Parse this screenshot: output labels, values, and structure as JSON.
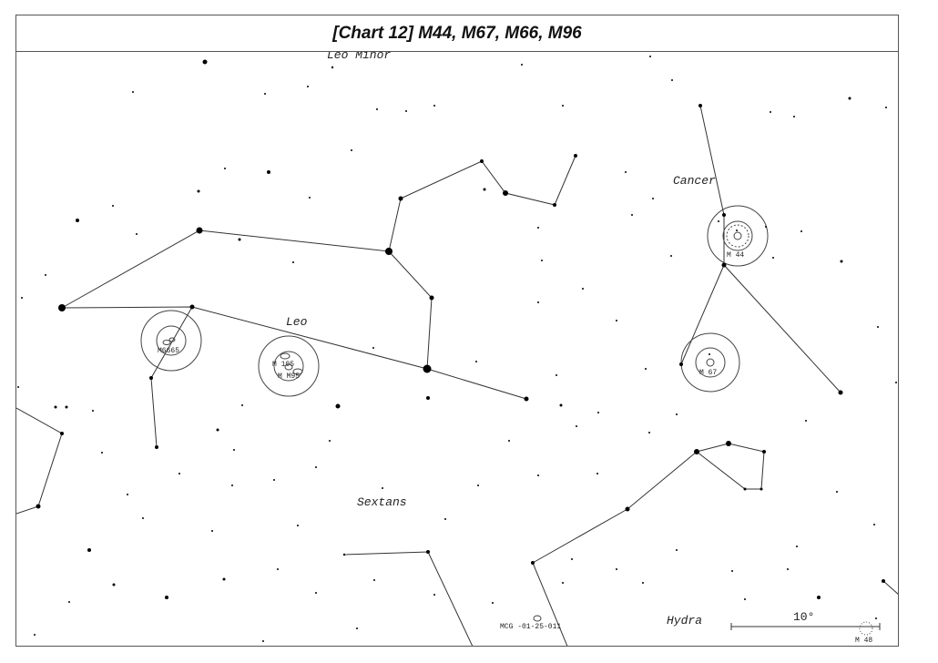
{
  "title": "[Chart 12] M44, M67, M66, M96",
  "constellations": {
    "leo_minor": "Leo Minor",
    "cancer": "Cancer",
    "leo": "Leo",
    "sextans": "Sextans",
    "hydra": "Hydra"
  },
  "objects": {
    "m44": "M 44",
    "m67": "M 67",
    "m66_65": "M6665",
    "m105": "M 105",
    "m96_95": "M M95",
    "m48": "M 48",
    "mcg": "MCG -01-25-011"
  },
  "scale": {
    "label": "10°"
  }
}
